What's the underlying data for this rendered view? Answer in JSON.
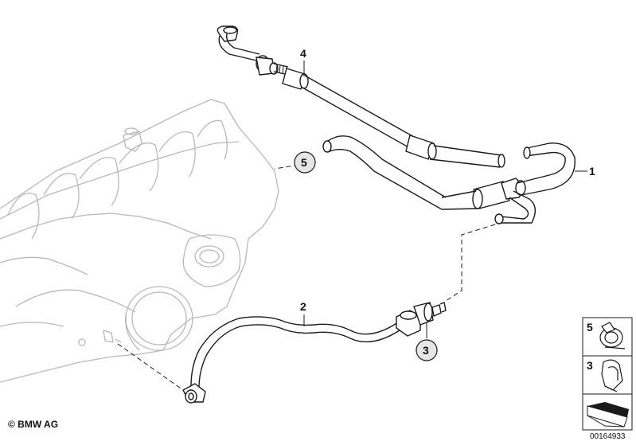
{
  "callouts": {
    "c1": "1",
    "c2": "2",
    "c3": "3",
    "c4": "4",
    "c5": "5"
  },
  "legend": {
    "item_top": "5",
    "item_middle": "3"
  },
  "footer": {
    "copyright": "© BMW AG",
    "diagram_id": "00164933"
  },
  "colors": {
    "line": "#1a1a1a",
    "faint_line": "#b8b8b8",
    "callout_circle": "#e6e6e6"
  }
}
